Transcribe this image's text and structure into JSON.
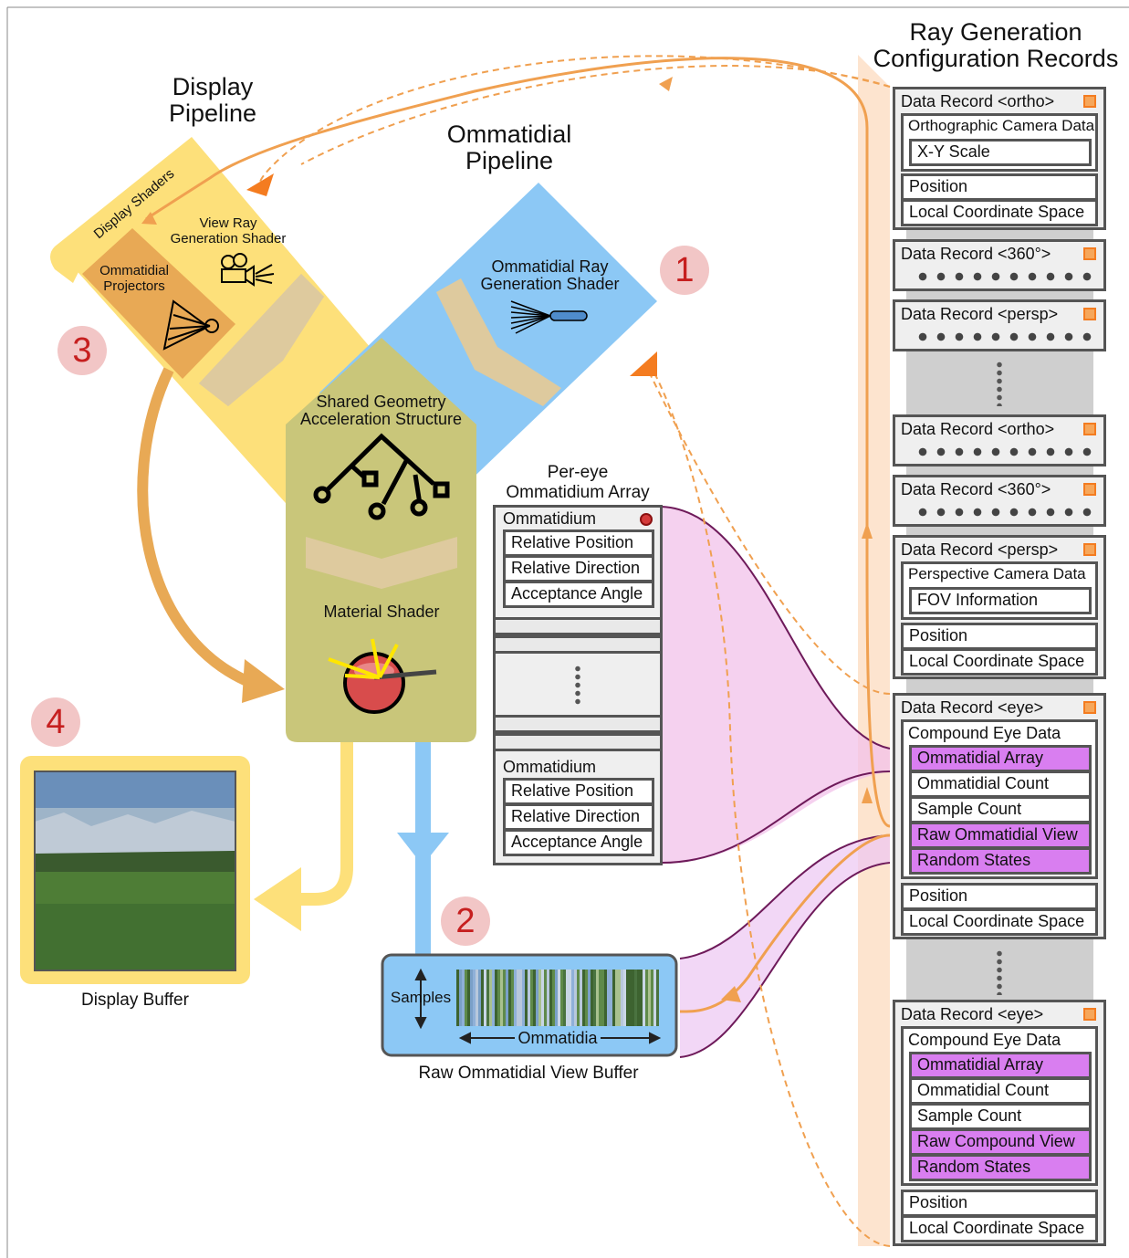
{
  "titles": {
    "display_pipeline": "Display\nPipeline",
    "ommatidial_pipeline": "Ommatidial\nPipeline",
    "ray_generation": "Ray Generation\nConfiguration Records"
  },
  "display": {
    "display_shaders": "Display Shaders",
    "view_ray_shader": "View Ray\nGeneration Shader",
    "ommatidial_projectors": "Ommatidial\nProjectors"
  },
  "ommatidial": {
    "ray_shader": "Ommatidial Ray\nGeneration Shader"
  },
  "shared": {
    "accel": "Shared Geometry\nAcceleration Structure",
    "material": "Material Shader"
  },
  "numbers": [
    "1",
    "2",
    "3",
    "4"
  ],
  "ommatidium_array": {
    "title": "Per-eye\nOmmatidium Array",
    "item_label": "Ommatidium",
    "fields": [
      "Relative Position",
      "Relative Direction",
      "Acceptance Angle"
    ]
  },
  "display_buffer": {
    "label": "Display Buffer"
  },
  "raw_buffer": {
    "label": "Raw Ommatidial View Buffer",
    "samples": "Samples",
    "ommatidia": "Ommatidia"
  },
  "records": [
    {
      "header": "Data Record <ortho>",
      "group": "Orthographic Camera Data",
      "inner": "X-Y Scale",
      "position": "Position",
      "space": "Local Coordinate Space"
    },
    {
      "header": "Data Record <360°>"
    },
    {
      "header": "Data Record <persp>"
    },
    {
      "header": "Data Record <ortho>"
    },
    {
      "header": "Data Record <360°>"
    },
    {
      "header": "Data Record <persp>",
      "group": "Perspective Camera Data",
      "inner": "FOV Information",
      "position": "Position",
      "space": "Local Coordinate Space"
    },
    {
      "header": "Data Record <eye>",
      "group": "Compound Eye Data",
      "fields": [
        "Ommatidial Array",
        "Ommatidial Count",
        "Sample Count",
        "Raw Ommatidial View",
        "Random States"
      ],
      "highlighted": [
        0,
        3,
        4
      ],
      "position": "Position",
      "space": "Local Coordinate Space"
    },
    {
      "header": "Data Record <eye>",
      "group": "Compound Eye Data",
      "fields": [
        "Ommatidial Array",
        "Ommatidial Count",
        "Sample Count",
        "Raw Compound View",
        "Random States"
      ],
      "highlighted": [
        0,
        3,
        4
      ],
      "position": "Position",
      "space": "Local Coordinate Space"
    }
  ],
  "colors": {
    "display_yellow": "#fde07a",
    "projector_orange": "#e8a955",
    "ommatidial_blue": "#8cc8f5",
    "shared_olive": "#c9c67a",
    "arrow_orange": "#f0a050",
    "highlight_purple": "#d97ef0",
    "link_purple": "#6e1a5a"
  }
}
